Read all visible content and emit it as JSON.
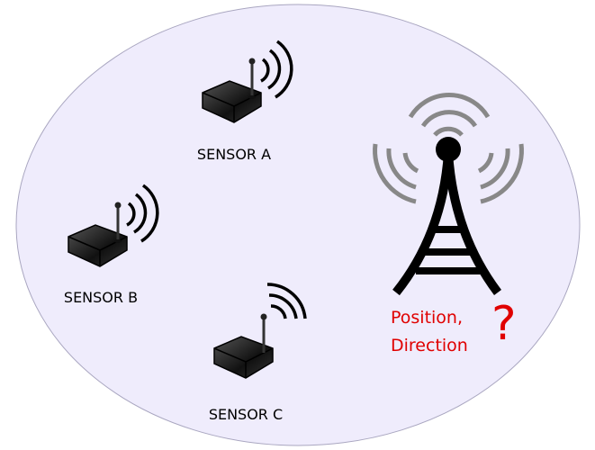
{
  "sensors": [
    {
      "label": "SENSOR A"
    },
    {
      "label": "SENSOR B"
    },
    {
      "label": "SENSOR C"
    }
  ],
  "target": {
    "line1": "Position,",
    "line2": "Direction",
    "mark": "?"
  },
  "colors": {
    "background": "#efecfc",
    "border": "#a9a6c0",
    "text_accent": "#e00000",
    "waves": "#888888"
  }
}
